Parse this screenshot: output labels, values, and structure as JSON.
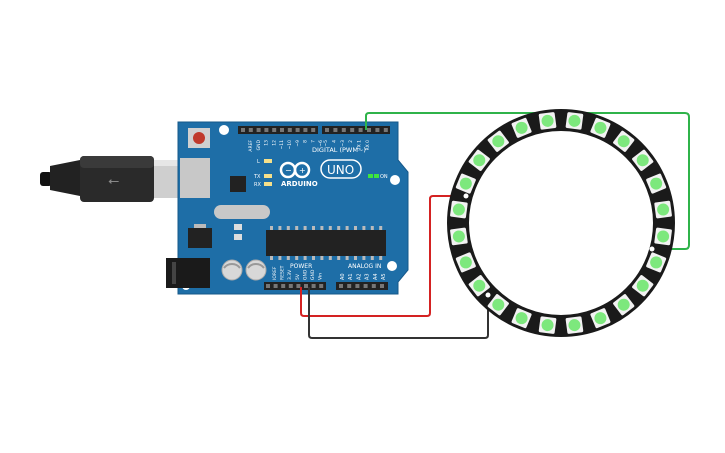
{
  "board": {
    "brand": "ARDUINO",
    "model": "UNO",
    "digital_header": "DIGITAL (PWM~)",
    "power_header": "POWER",
    "analog_header": "ANALOG IN",
    "led_on": "ON",
    "led_l": "L",
    "led_tx": "TX",
    "led_rx": "RX",
    "digital_pins": [
      "AREF",
      "GND",
      "13",
      "12",
      "~11",
      "~10",
      "~9",
      "8",
      "7",
      "~6",
      "~5",
      "4",
      "~3",
      "2",
      "TX 1",
      "RX 0"
    ],
    "power_pins": [
      "IOREF",
      "RESET",
      "3.3V",
      "5V",
      "GND",
      "GND",
      "Vin"
    ],
    "analog_pins": [
      "A0",
      "A1",
      "A2",
      "A3",
      "A4",
      "A5"
    ]
  },
  "ring": {
    "led_count": 24,
    "led_color": "#7de87d",
    "pcb_color": "#1a1a1a"
  },
  "wires": [
    {
      "name": "data",
      "color": "#2fb34a"
    },
    {
      "name": "power",
      "color": "#d42222"
    },
    {
      "name": "ground",
      "color": "#333333"
    }
  ]
}
